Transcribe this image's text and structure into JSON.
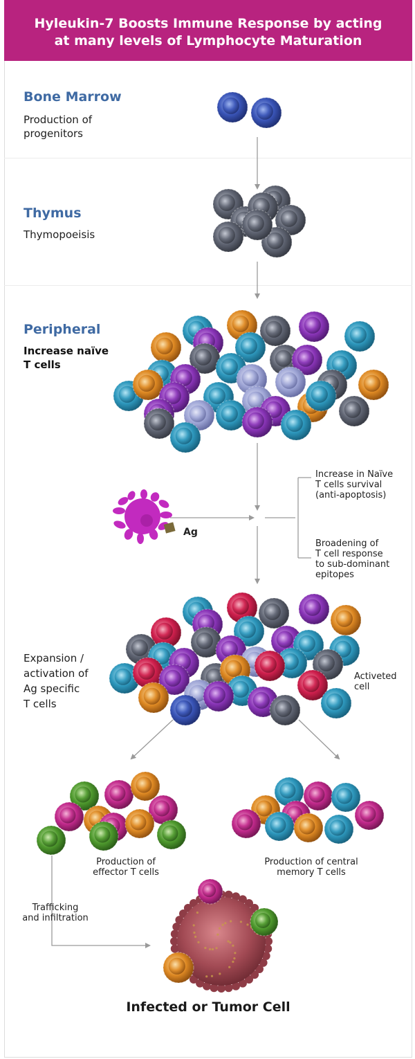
{
  "header": {
    "line1": "Hyleukin-7 Boosts Immune Response by acting",
    "line2": "at many levels of Lymphocyte Maturation"
  },
  "sections": {
    "bone_marrow": {
      "title": "Bone Marrow",
      "desc1": "Production of",
      "desc2": "progenitors"
    },
    "thymus": {
      "title": "Thymus",
      "desc1": "Thymopoeisis"
    },
    "peripheral": {
      "title": "Peripheral",
      "desc1": "Increase naïve",
      "desc2": "T cells"
    }
  },
  "antigen": {
    "label": "Ag"
  },
  "effects": {
    "survival": [
      "Increase in Naïve",
      "T cells survival",
      "(anti-apoptosis)"
    ],
    "broadening": [
      "Broadening of",
      "T cell response",
      "to sub-dominant",
      "epitopes"
    ]
  },
  "expansion": {
    "lines": [
      "Expansion /",
      "activation of",
      "Ag specific",
      "T cells"
    ],
    "activated": [
      "Activeted",
      "cell"
    ]
  },
  "outcomes": {
    "effector": [
      "Production of",
      "effector T cells"
    ],
    "memory": [
      "Production of central",
      "memory T cells"
    ],
    "trafficking": [
      "Trafficking",
      "and infiltration"
    ],
    "target": "Infected or Tumor Cell"
  },
  "colors": {
    "header_bg": "#b8237f",
    "section_title": "#3f6aa3",
    "cell_palette": [
      "navy",
      "gray",
      "teal",
      "purple",
      "magenta",
      "orange",
      "crimson",
      "green"
    ]
  }
}
